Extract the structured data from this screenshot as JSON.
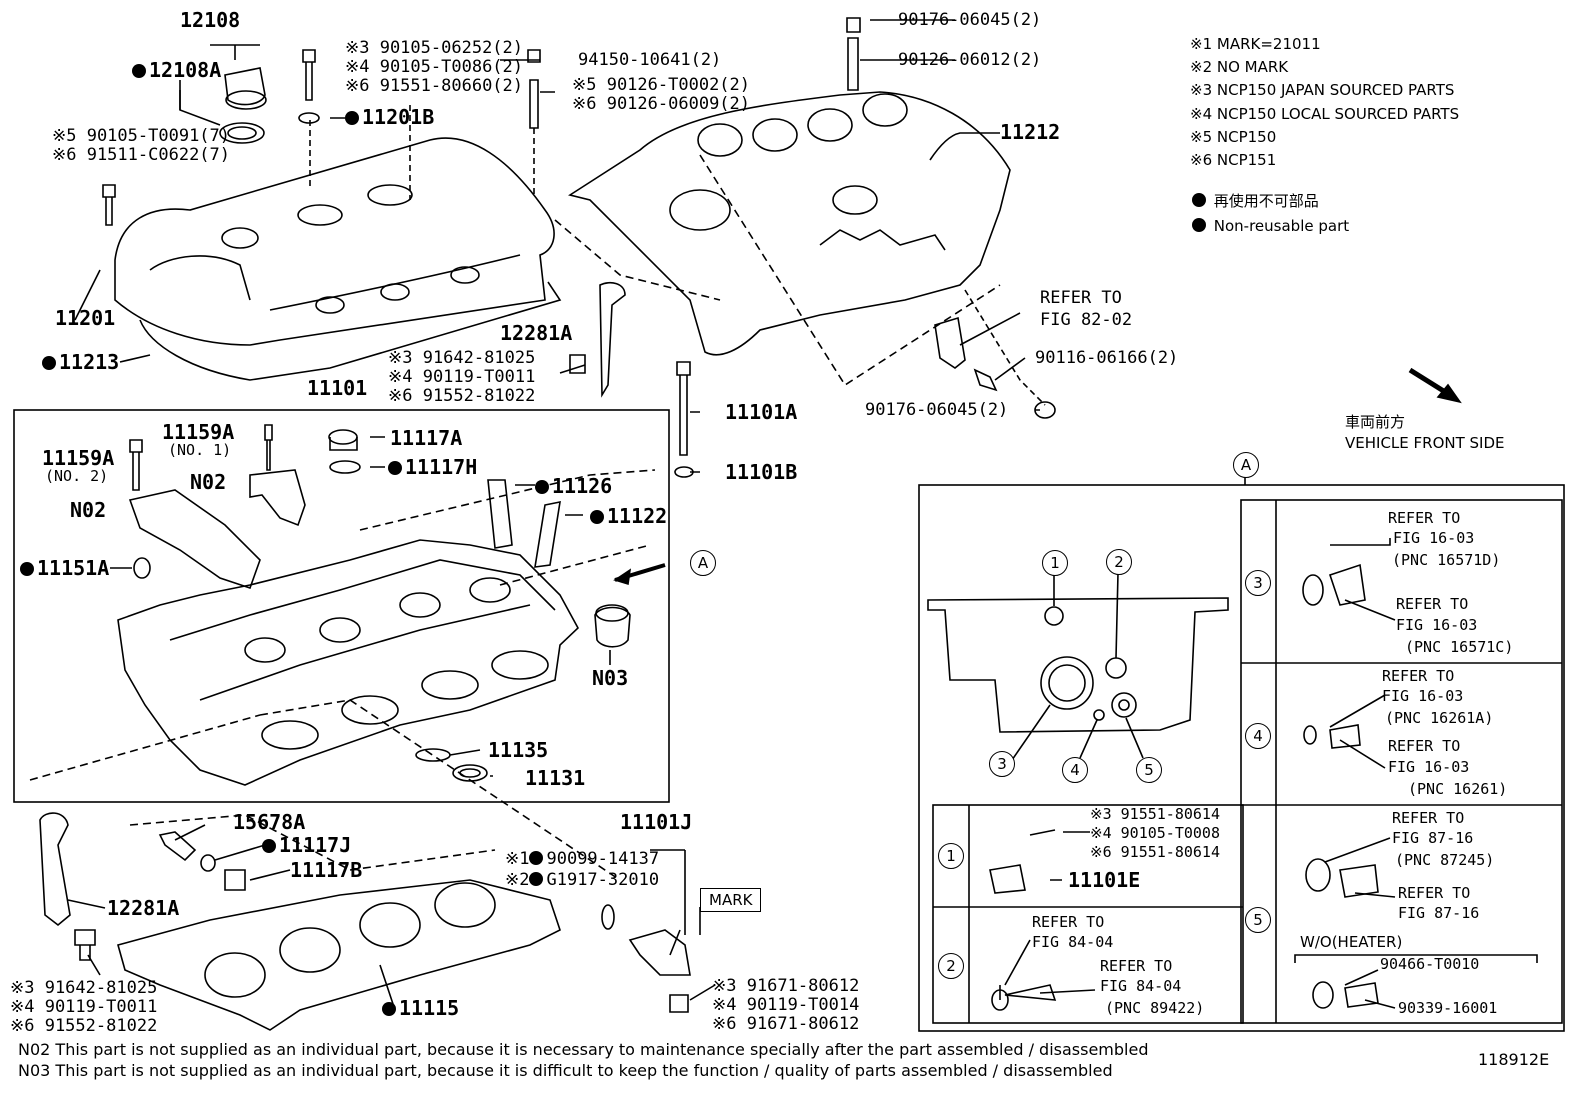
{
  "legend": [
    "※1 MARK=21011",
    "※2 NO MARK",
    "※3 NCP150  JAPAN SOURCED PARTS",
    "※4 NCP150  LOCAL SOURCED PARTS",
    "※5 NCP150",
    "※6 NCP151"
  ],
  "nonreusable_jp": "再使用不可部品",
  "nonreusable_en": "Non-reusable part",
  "front_jp": "車両前方",
  "front_en": "VEHICLE FRONT SIDE",
  "view_marker": "A",
  "figure_id": "118912E",
  "mark_label": "MARK",
  "notes": [
    "N02  This part is not supplied as an individual part, because it is necessary to maintenance specially after the part assembled / disassembled",
    "N03  This part is not supplied as an individual part, because it is difficult to keep the function / quality of parts  assembled / disassembled"
  ],
  "parts": {
    "p12108": "12108",
    "p12108A": "12108A",
    "bolt_a1": "※3 90105-06252(2)",
    "bolt_a2": "※4 90105-T0086(2)",
    "bolt_a3": "※6 91551-80660(2)",
    "p11201B": "11201B",
    "p94150": "94150-10641(2)",
    "stud1": "※5 90126-T0002(2)",
    "stud2": "※6 90126-06009(2)",
    "bolt_b1": "※5 90105-T0091(7)",
    "bolt_b2": "※6 91511-C0622(7)",
    "p11201": "11201",
    "p11213": "11213",
    "nut_top": "90176-06045(2)",
    "stud_top": "90126-06012(2)",
    "p11212": "11212",
    "refer_82_1": "REFER TO",
    "refer_82_2": "FIG 82-02",
    "p90116": "90116-06166(2)",
    "nut_bottom": "90176-06045(2)",
    "p12281A_top": "12281A",
    "bolt_c1": "※3 91642-81025",
    "bolt_c2": "※4 90119-T0011",
    "bolt_c3": "※6 91552-81022",
    "p11101": "11101",
    "p11101A": "11101A",
    "p11101B": "11101B",
    "p11159A_1": "11159A",
    "p11159A_1sub": "(NO. 1)",
    "p11159A_2": "11159A",
    "p11159A_2sub": "(NO. 2)",
    "p11117A": "11117A",
    "p11117H": "11117H",
    "n02_a": "N02",
    "n02_b": "N02",
    "p11126": "11126",
    "p11122": "11122",
    "p11151A": "11151A",
    "n03": "N03",
    "p11135": "11135",
    "p11131": "11131",
    "p15678A": "15678A",
    "p11117J": "11117J",
    "p11117B": "11117B",
    "p12281A_bot": "12281A",
    "bolt_d1": "※3 91642-81025",
    "bolt_d2": "※4 90119-T0011",
    "bolt_d3": "※6 91552-81022",
    "p11115": "11115",
    "p11101J": "11101J",
    "oring1": "※1",
    "oring1_pn": "90099-14137",
    "oring2": "※2",
    "oring2_pn": "G1917-32010",
    "bolt_e1": "※3 91671-80612",
    "bolt_e2": "※4 90119-T0014",
    "bolt_e3": "※6 91671-80612"
  },
  "detail": {
    "r1_1": "※3 91551-80614",
    "r1_2": "※4 90105-T0008",
    "r1_3": "※6 91551-80614",
    "r1_part": "11101E",
    "r2_a1": "REFER TO",
    "r2_a2": "FIG 84-04",
    "r2_b1": "REFER TO",
    "r2_b2": "FIG 84-04",
    "r2_b3": "(PNC 89422)",
    "c3_a1": "REFER TO",
    "c3_a2": "FIG 16-03",
    "c3_a3": "(PNC 16571D)",
    "c3_b1": "REFER TO",
    "c3_b2": "FIG 16-03",
    "c3_b3": "(PNC 16571C)",
    "c4_a1": "REFER TO",
    "c4_a2": "FIG 16-03",
    "c4_a3": "(PNC 16261A)",
    "c4_b1": "REFER TO",
    "c4_b2": "FIG 16-03",
    "c4_b3": "(PNC 16261)",
    "c5_a1": "REFER TO",
    "c5_a2": "FIG 87-16",
    "c5_a3": "(PNC 87245)",
    "c5_b1": "REFER TO",
    "c5_b2": "FIG 87-16",
    "c5_wo": "W/O(HEATER)",
    "c5_p1": "90466-T0010",
    "c5_p2": "90339-16001",
    "n1": "1",
    "n2": "2",
    "n3": "3",
    "n4": "4",
    "n5": "5"
  }
}
